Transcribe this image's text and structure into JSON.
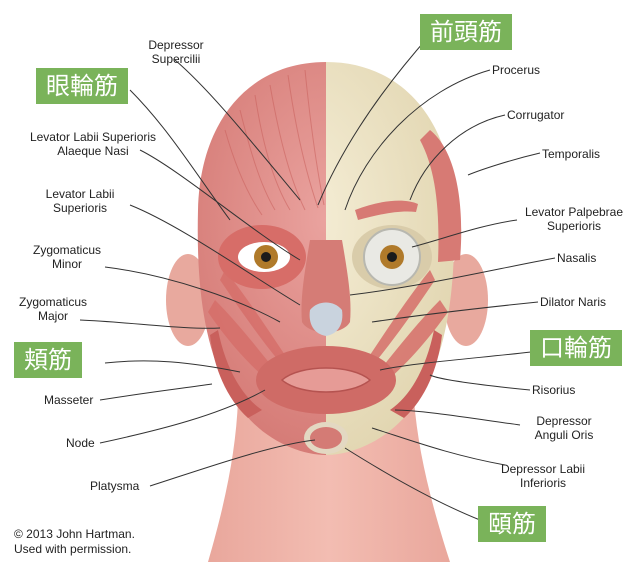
{
  "labels": {
    "depressor_supercilii": [
      "Depressor",
      "Supercilii"
    ],
    "levator_labii_sup_alaeque": [
      "Levator Labii Superioris",
      "Alaeque Nasi"
    ],
    "levator_labii_sup": [
      "Levator Labii",
      "Superioris"
    ],
    "zygomaticus_minor": [
      "Zygomaticus",
      "Minor"
    ],
    "zygomaticus_major": [
      "Zygomaticus",
      "Major"
    ],
    "masseter": "Masseter",
    "node": "Node",
    "platysma": "Platysma",
    "procerus": "Procerus",
    "corrugator": "Corrugator",
    "temporalis": "Temporalis",
    "levator_palpebrae": [
      "Levator Palpebrae",
      "Superioris"
    ],
    "nasalis": "Nasalis",
    "dilator_naris": "Dilator Naris",
    "risorius": "Risorius",
    "depressor_anguli": [
      "Depressor",
      "Anguli Oris"
    ],
    "depressor_labii": [
      "Depressor Labii",
      "Inferioris"
    ]
  },
  "tags": {
    "frontal": "前頭筋",
    "orbicularis_oculi": "眼輪筋",
    "buccinator": "頬筋",
    "orbicularis_oris": "口輪筋",
    "mentalis": "頤筋"
  },
  "copyright": [
    "© 2013 John Hartman.",
    "Used with permission."
  ],
  "colors": {
    "tag_bg": "#7ab35a",
    "muscle": "#dc8a86",
    "muscle_dark": "#c4605e",
    "skin": "#f0b2a8",
    "skull": "#efe6c8"
  }
}
